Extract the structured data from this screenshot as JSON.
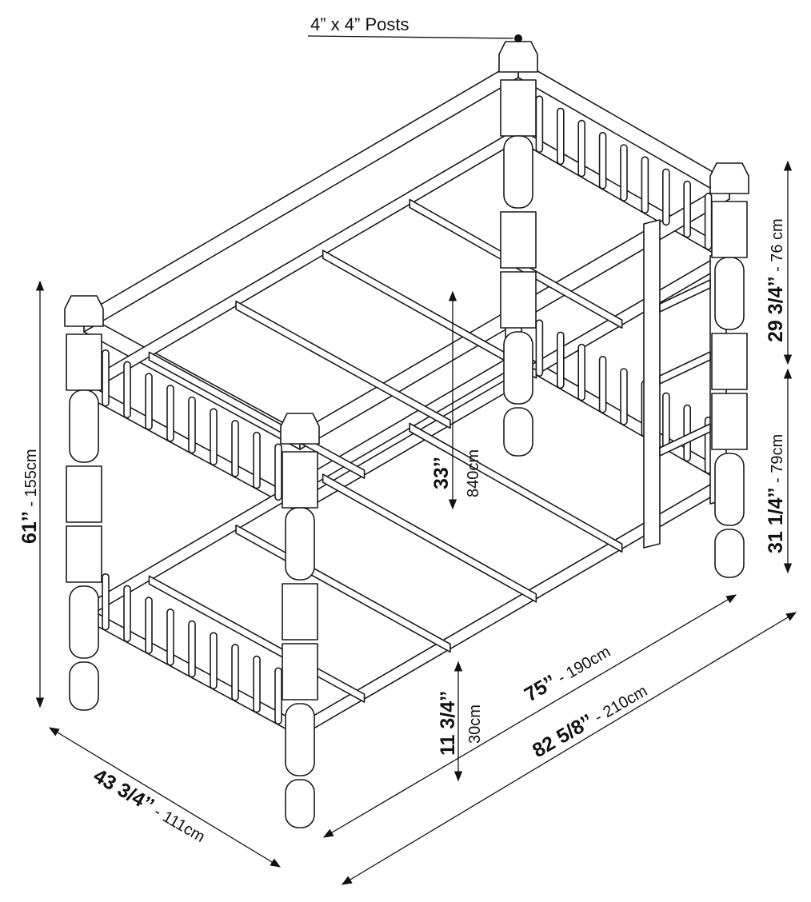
{
  "title": "Bunk bed dimensions diagram",
  "labels": {
    "posts": "4” x 4” Posts",
    "height_in": "61’’",
    "height_cm": " - 155cm",
    "upper_in": "29 3/4’’",
    "upper_cm": " - 76 cm",
    "lower_in": "31 1/4’’",
    "lower_cm": " - 79cm",
    "clearance_in": "33’’",
    "clearance_cm": "840cm",
    "underbed_in": "11 3/4’’",
    "underbed_cm": "30cm",
    "inner_len_in": "75’’",
    "inner_len_cm": " - 190cm",
    "outer_len_in": "82 5/8’’",
    "outer_len_cm": " - 210cm",
    "width_in": "43 3/4’’",
    "width_cm": " - 111cm"
  },
  "colors": {
    "line": "#1a1a1a",
    "background": "#ffffff"
  }
}
